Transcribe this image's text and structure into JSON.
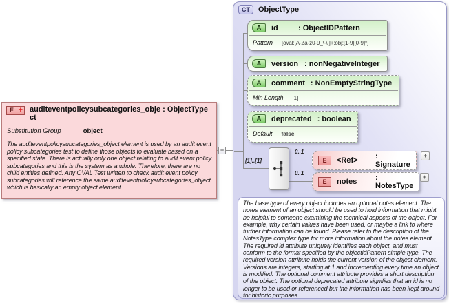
{
  "diagram": {
    "element": {
      "badge": "E",
      "plus": "+",
      "title_line1": "auditeventpolicysubcategories_obje : ObjectType",
      "title_line2": "ct",
      "substitution_group_label": "Substitution Group",
      "substitution_group_value": "object",
      "documentation": "The auditeventpolicysubcategories_object element is used by an audit event policy subcategories test to define those objects to evaluate based on a specified state. There is actually only one object relating to audit event policy subcategories and this is the system as a whole. Therefore, there are no child entities defined. Any OVAL Test written to check audit event policy subcategories will reference the same auditeventpolicysubcategories_object which is basically an empty object element."
    },
    "complex_type": {
      "badge": "CT",
      "title": "ObjectType",
      "cardinality": "[1]..[1]",
      "attributes": [
        {
          "badge": "A",
          "name": "id",
          "type": ": ObjectIDPattern",
          "facet_label": "Pattern",
          "facet_value": "[oval:[A-Za-z0-9_\\-\\.]+:obj:[1-9][0-9]*]"
        },
        {
          "badge": "A",
          "name": "version",
          "type": ": nonNegativeInteger"
        },
        {
          "badge": "A",
          "name": "comment",
          "type": ": NonEmptyStringType",
          "facet_label": "Min Length",
          "facet_value": "[1]"
        },
        {
          "badge": "A",
          "name": "deprecated",
          "type": ": boolean",
          "facet_label": "Default",
          "facet_value": "false"
        }
      ],
      "children": [
        {
          "badge": "E",
          "cardinality": "0..1",
          "name": "<Ref>",
          "type": ": Signature"
        },
        {
          "badge": "E",
          "cardinality": "0..1",
          "name": "notes",
          "type": ": NotesType"
        }
      ],
      "documentation": "The base type of every object includes an optional notes element. The notes element of an object should be used to hold information that might be helpful to someone examining the technical aspects of the object. For example, why certain values have been used, or maybe a link to where further information can be found. Please refer to the description of the NotesType complex type for more information about the notes element. The required id attribute uniquely identifies each object, and must conform to the format specified by the objectidPattern simple type. The required version attribute holds the current version of the object element. Versions are integers, starting at 1 and incrementing every time an object is modified. The optional comment attribute provides a short description of the object. The optional deprecated attribute signifies that an id is no longer to be used or referenced but the information has been kept around for historic purposes."
    },
    "icons": {
      "expand_plus": "+",
      "collapse_minus": "−"
    }
  },
  "colors": {
    "element_pink_fill": "#fbd9db",
    "element_border_red": "#a54848",
    "attribute_green_fill": "#d2f0c8",
    "attribute_badge_green": "#7cc968",
    "panel_lavender": "#d6d6f0",
    "panel_border": "#9595c5",
    "line_gray": "#8f8f8f"
  }
}
